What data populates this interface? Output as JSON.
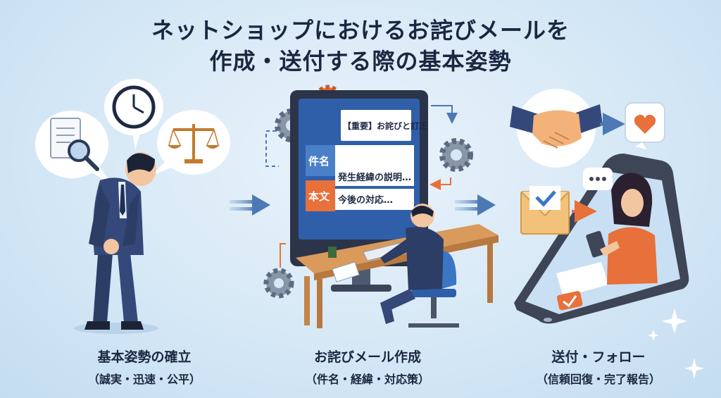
{
  "title": {
    "line1": "ネットショップにおけるお詫びメールを",
    "line2": "作成・送付する際の基本姿勢"
  },
  "screen": {
    "field_subject_label": "件名",
    "field_body_label": "本文",
    "subject_text": "【重要】お詫びと訂正",
    "body_line1": "発生経緯の説明…",
    "body_line2": "今後の対応…"
  },
  "steps": [
    {
      "label": "基本姿勢の確立",
      "detail": "（誠実・迅速・公平）"
    },
    {
      "label": "お詫びメール作成",
      "detail": "（件名・経緯・対応策）"
    },
    {
      "label": "送付・フォロー",
      "detail": "（信頼回復・完了報告）"
    }
  ],
  "colors": {
    "navy": "#1b2740",
    "accent_orange": "#e8703a",
    "screen_blue": "#2f5fa8",
    "arrow_blue": "#4c79b4"
  }
}
